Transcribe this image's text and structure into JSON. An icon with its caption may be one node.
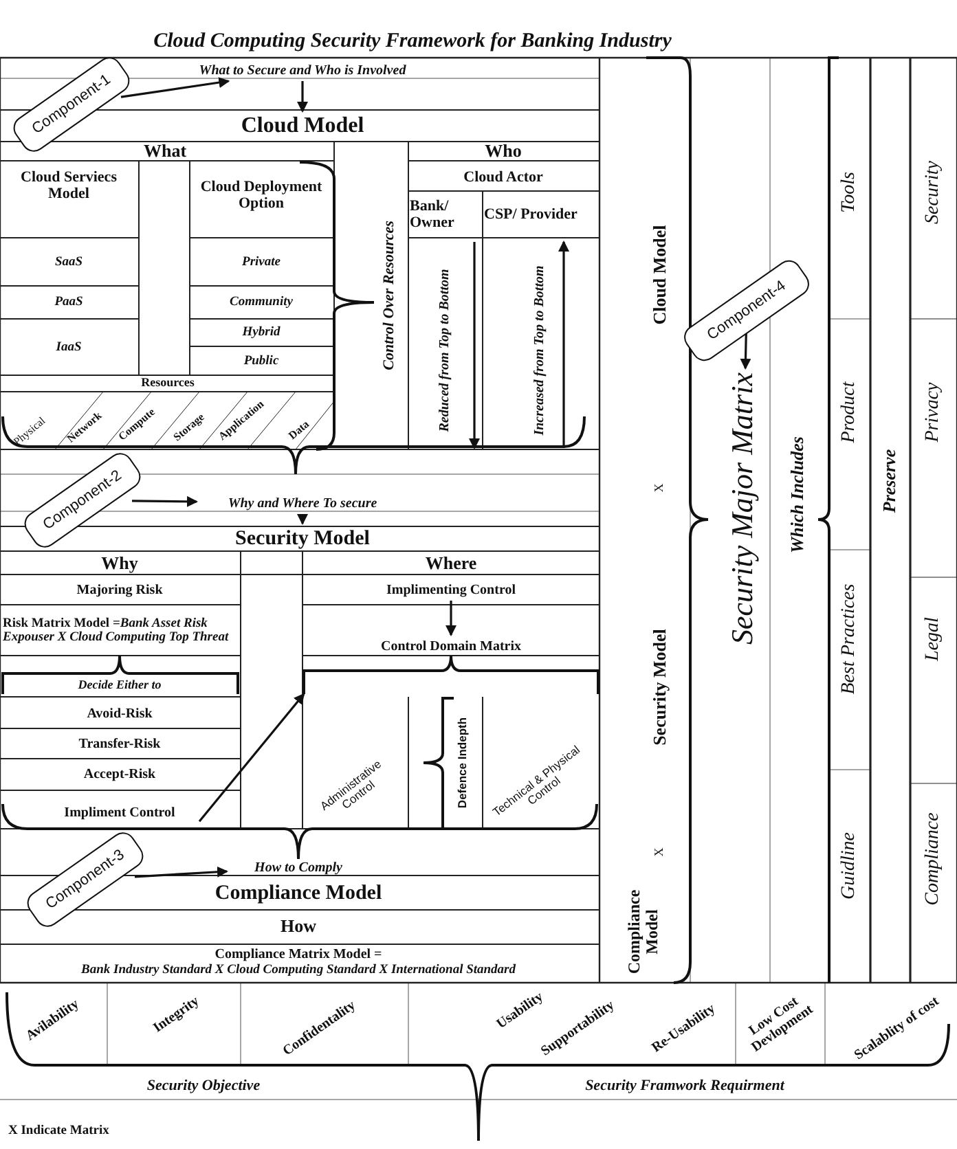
{
  "diagram": {
    "title": "Cloud Computing Security Framework for Banking Industry",
    "nodes": [
      {
        "text": [
          "Component-1"
        ]
      },
      {
        "text": [
          "What to Secure and Who is Involved"
        ]
      },
      {
        "text": [
          "Cloud Model"
        ]
      },
      {
        "text": [
          "Component-2"
        ]
      },
      {
        "text": [
          "Why and Where To secure"
        ]
      },
      {
        "text": [
          "Security Model"
        ]
      },
      {
        "text": [
          "Implimenting Control"
        ]
      },
      {
        "text": [
          "Control Domain Matrix"
        ]
      },
      {
        "text": [
          "Impliment Control"
        ]
      },
      {
        "text": [
          "Component-3"
        ]
      },
      {
        "text": [
          "How to Comply"
        ]
      },
      {
        "text": [
          "Compliance Model"
        ]
      },
      {
        "text": [
          "Component-4"
        ]
      },
      {
        "text": [
          "Security Major Matrix"
        ]
      },
      {
        "text": [],
        "shape": "brace"
      }
    ],
    "edges": [
      {
        "from": 0,
        "to": 1,
        "arrow": "to"
      },
      {
        "from": 1,
        "to": 2,
        "arrow": "to"
      },
      {
        "from": 3,
        "to": 4,
        "arrow": "to"
      },
      {
        "from": 4,
        "to": 5,
        "arrow": "to"
      },
      {
        "from": 6,
        "to": 7,
        "arrow": "to"
      },
      {
        "from": 8,
        "to": 14,
        "arrow": "to"
      },
      {
        "from": 9,
        "to": 10,
        "arrow": "to"
      },
      {
        "from": 12,
        "to": 13,
        "arrow": "to"
      }
    ],
    "labels": [
      "What",
      "Who",
      "Cloud Serviecs Model",
      "Cloud Deployment Option",
      "Cloud Actor",
      "Bank/ Owner",
      "CSP/ Provider",
      "SaaS",
      "Private",
      "PaaS",
      "Community",
      "Hybrid",
      "IaaS",
      "Public",
      "Control Over Resources",
      "Reduced from Top to Bottom",
      "Increased from Top to Bottom",
      "Resources",
      "Physical",
      "Network",
      "Compute",
      "Storage",
      "Application",
      "Data",
      "Why",
      "Where",
      "Majoring Risk",
      "Risk Matrix Model =*Bank Asset Risk Expouser X Cloud Computing Top Threat*",
      "Decide Either to",
      "Avoid-Risk",
      "Transfer-Risk",
      "Accept-Risk",
      "Administrative Control",
      "Defence Indepth",
      "Technical & Physical Control",
      "How",
      "Compliance Matrix Model =",
      "Bank Industry Standard X Cloud Computing Standard X International Standard",
      "Avilability",
      "Integrity",
      "Confidentality",
      "Usability",
      "Supportability",
      "Re-Usability",
      "Low Cost Devlopment",
      "Scalablity of cost",
      "Security Objective",
      "Security Framwork Requirment",
      "X Indicate Matrix",
      "Cloud Model",
      "X",
      "Security Model",
      "X",
      "Compliance Model",
      "Which Includes",
      "Preserve",
      "Tools",
      "Product",
      "Best Practices",
      "Guidline",
      "Security",
      "Privacy",
      "Legal",
      "Compliance"
    ]
  }
}
